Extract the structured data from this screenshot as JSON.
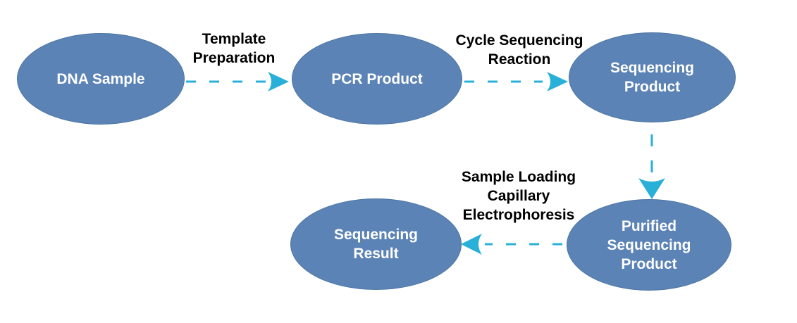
{
  "diagram": {
    "type": "flowchart",
    "nodes": [
      {
        "id": "dna-sample",
        "label": "DNA Sample"
      },
      {
        "id": "pcr-product",
        "label": "PCR Product"
      },
      {
        "id": "sequencing-product",
        "label": "Sequencing\nProduct"
      },
      {
        "id": "purified-sequencing-product",
        "label": "Purified\nSequencing\nProduct"
      },
      {
        "id": "sequencing-result",
        "label": "Sequencing\nResult"
      }
    ],
    "edges": [
      {
        "from": "dna-sample",
        "to": "pcr-product",
        "label": "Template\nPreparation",
        "direction": "right"
      },
      {
        "from": "pcr-product",
        "to": "sequencing-product",
        "label": "Cycle Sequencing\nReaction",
        "direction": "right"
      },
      {
        "from": "sequencing-product",
        "to": "purified-sequencing-product",
        "label": "",
        "direction": "down"
      },
      {
        "from": "purified-sequencing-product",
        "to": "sequencing-result",
        "label": "Sample Loading\nCapillary\nElectrophoresis",
        "direction": "left"
      }
    ],
    "colors": {
      "node_fill": "#5b83b5",
      "node_text": "#ffffff",
      "arrow": "#29b0d8",
      "label_text": "#000000",
      "background": "#ffffff"
    }
  }
}
